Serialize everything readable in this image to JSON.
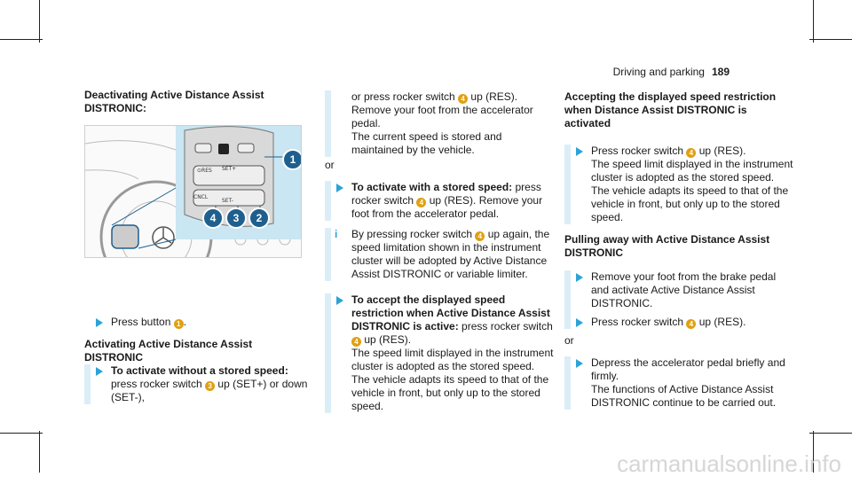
{
  "header": {
    "section": "Driving and parking",
    "page_number": "189"
  },
  "col1": {
    "heading": "Deactivating Active Distance Assist DISTRONIC:",
    "step_press_prefix": "Press button",
    "step_press_num": "1",
    "step_press_suffix": ".",
    "heading2": "Activating Active Distance Assist DISTRONIC",
    "step2_bold": "To activate without a stored speed:",
    "step2_a": "press rocker switch",
    "step2_num": "3",
    "step2_b": "up (SET+) or down (SET-),"
  },
  "figure": {
    "callouts": [
      "1",
      "4",
      "3",
      "2"
    ]
  },
  "col2": {
    "p1_a": "or press rocker switch",
    "p1_num": "4",
    "p1_b": "up (RES). Remove your foot from the accelerator pedal.",
    "p1_c": "The current speed is stored and maintained by the vehicle.",
    "or1": "or",
    "s2_bold": "To activate with a stored speed:",
    "s2_a": "press rocker switch",
    "s2_num": "4",
    "s2_b": "up (RES). Remove your foot from the accelerator pedal.",
    "info_icon": "i",
    "info_a": "By pressing rocker switch",
    "info_num": "4",
    "info_b": "up again, the speed limitation shown in the instrument cluster will be adopted by Active Distance Assist DISTRONIC or variable limiter.",
    "s3_bold": "To accept the displayed speed restriction when Active Distance Assist DISTRONIC is active:",
    "s3_a": "press rocker switch",
    "s3_num": "4",
    "s3_b": "up (RES).",
    "s3_c": "The speed limit displayed in the instrument cluster is adopted as the stored speed. The vehicle adapts its speed to that of the vehicle in front, but only up to the stored speed."
  },
  "col3": {
    "heading": "Accepting the displayed speed restriction when Distance Assist DISTRONIC is activated",
    "s1_a": "Press rocker switch",
    "s1_num": "4",
    "s1_b": "up (RES).",
    "s1_c": "The speed limit displayed in the instrument cluster is adopted as the stored speed. The vehicle adapts its speed to that of the vehicle in front, but only up to the stored speed.",
    "heading2": "Pulling away with Active Distance Assist DISTRONIC",
    "s2": "Remove your foot from the brake pedal and activate Active Distance Assist DISTRONIC.",
    "s3_a": "Press rocker switch",
    "s3_num": "4",
    "s3_b": "up (RES).",
    "or1": "or",
    "s4_a": "Depress the accelerator pedal briefly and firmly.",
    "s4_b": "The functions of Active Distance Assist DISTRONIC continue to be carried out."
  },
  "watermark": "carmanualsonline.info",
  "colors": {
    "accent_blue": "#2ba3d6",
    "tint": "#dbeef8",
    "callout_orange": "#e0a012"
  }
}
